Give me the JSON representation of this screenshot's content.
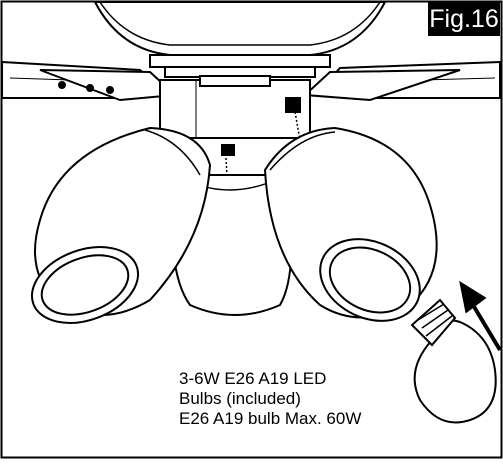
{
  "figure": {
    "label": "Fig.16"
  },
  "caption": {
    "lines": [
      "3-6W E26 A19 LED",
      "Bulbs (included)",
      "E26 A19 bulb Max. 60W"
    ]
  },
  "icons": {
    "fan": "ceiling-fan-light-kit-illustration",
    "bulb": "light-bulb-icon",
    "arrow": "insert-arrow-icon"
  }
}
